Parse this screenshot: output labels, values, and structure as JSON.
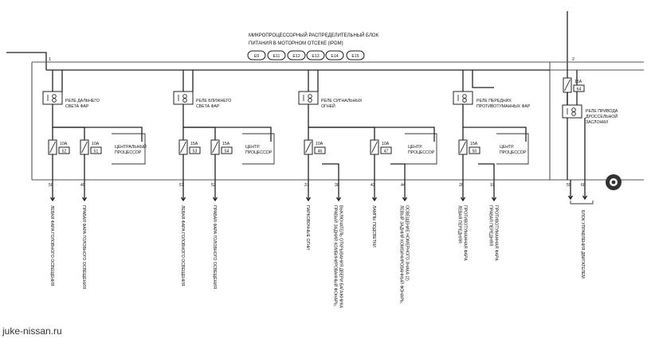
{
  "title": {
    "line1": "МИКРОПРОЦЕССОРНЫЙ РАСПРЕДЕЛИТЕЛЬНЫЙ БЛОК",
    "line2": "ПИТАНИЯ В МОТОРНОМ ОТСЕКЕ (IPDM)"
  },
  "connectors": [
    "E9",
    "E11",
    "E12",
    "E13",
    "E14",
    "E15"
  ],
  "terminals": {
    "left": "1",
    "right": "2"
  },
  "relays": [
    {
      "id": "high-beam",
      "line1": "РЕЛЕ ДАЛЬНЕГО",
      "line2": "СВЕТА ФАР"
    },
    {
      "id": "low-beam",
      "line1": "РЕЛЕ БЛИЖНЕГО",
      "line2": "СВЕТА ФАР"
    },
    {
      "id": "signal",
      "line1": "РЕЛЕ СИГНАЛЬНЫХ",
      "line2": "ОГНЕЙ"
    },
    {
      "id": "front-fog",
      "line1": "РЕЛЕ ПЕРЕДНИХ",
      "line2": "ПРОТИВОТУМАННЫХ ФАР"
    },
    {
      "id": "throttle",
      "line1": "РЕЛЕ ПРИВОДА",
      "line2": "ДРОССЕЛЬНОЙ",
      "line3": "ЗАСЛОНКИ"
    }
  ],
  "fuses": [
    {
      "rating": "10A",
      "number": "52"
    },
    {
      "rating": "10A",
      "number": "51"
    },
    {
      "rating": "15A",
      "number": "53"
    },
    {
      "rating": "15A",
      "number": "54"
    },
    {
      "rating": "10A",
      "number": "46"
    },
    {
      "rating": "10A",
      "number": "47"
    },
    {
      "rating": "15A",
      "number": "50"
    },
    {
      "rating": "15A",
      "number": "64"
    }
  ],
  "cpu_labels": [
    {
      "line1": "ЦЕНТРАЛЬНЫЙ",
      "line2": "ПРОЦЕССОР"
    },
    {
      "line1": "ЦЕНТР.",
      "line2": "ПРОЦЕССОР"
    },
    {
      "line1": "ЦЕНТР.",
      "line2": "ПРОЦЕССОР"
    },
    {
      "line1": "ЦЕНТР.",
      "line2": "ПРОЦЕССОР"
    }
  ],
  "pins": [
    "50",
    "49",
    "51",
    "52",
    "37",
    "38",
    "43",
    "44",
    "20",
    "19",
    "55",
    "60"
  ],
  "outputs": [
    {
      "pin": "50",
      "lines": [
        "ЛЕВАЯ ФАРА ГОЛОВНОГО ОСВЕЩЕНИЯ"
      ]
    },
    {
      "pin": "49",
      "lines": [
        "ПРАВАЯ ФАРА ГОЛОВНОГО ОСВЕЩЕНИЯ"
      ]
    },
    {
      "pin": "51",
      "lines": [
        "ЛЕВАЯ ФАРА ГОЛОВНОГО ОСВЕЩЕНИЯ"
      ]
    },
    {
      "pin": "52",
      "lines": [
        "ПРАВАЯ ФАРА ГОЛОВНОГО ОСВЕЩЕНИЯ"
      ]
    },
    {
      "pin": "37",
      "lines": [
        "ПАРКОВОЧНЫЕ ОГНИ"
      ]
    },
    {
      "pin": "38",
      "lines": [
        "ПРАВЫЙ ЗАДНИЙ КОМБИНИРОВАННЫЙ ФОНАРЬ,",
        "ВЫКЛЮЧАТЕЛЬ ОТКРЫВАНИЯ ДВЕРИ БАГАЖНИКА"
      ]
    },
    {
      "pin": "43",
      "lines": [
        "ЛАМПЫ ПОДСВЕТКИ"
      ]
    },
    {
      "pin": "44",
      "lines": [
        "ЛЕВЫЙ ЗАДНИЙ КОМБИНИРОВАННЫЙ ФОНАРЬ,",
        "ОСВЕЩЕНИЕ НОМЕРНОГО ЗНАКА (2)"
      ]
    },
    {
      "pin": "20",
      "lines": [
        "ЛЕВАЯ ПЕРЕДНЯЯ",
        "ПРОТИВОТУМАННАЯ ФАРА"
      ]
    },
    {
      "pin": "19",
      "lines": [
        "ПРАВАЯ ПЕРЕДНЯЯ",
        "ПРОТИВОТУМАННАЯ ФАРА"
      ]
    }
  ],
  "ecm_label": "БЛОК УПРАВЛЕНИЯ ДВИГАТЕЛЕМ",
  "watermark": "juke-nissan.ru"
}
